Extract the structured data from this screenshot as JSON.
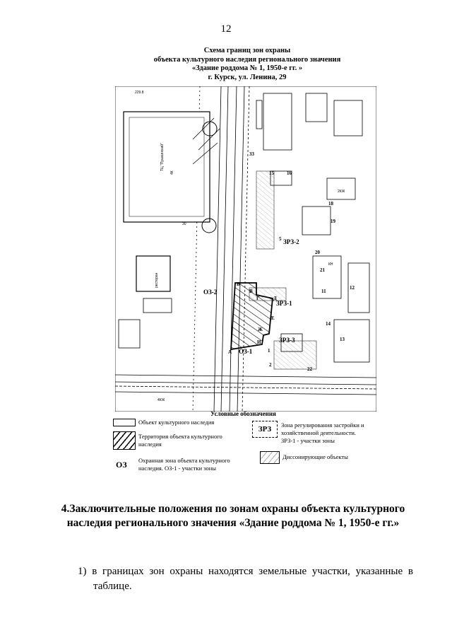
{
  "page_number": "12",
  "map_title": {
    "line1": "Схема границ зон охраны",
    "line2": "объекта культурного наследия регионального значения",
    "line3": "«Здание роддома № 1, 1950-е гг. »",
    "line4": "г. Курск, ул. Ленина, 29"
  },
  "map": {
    "labels": {
      "oz1": "ОЗ-1",
      "oz2": "ОЗ-2",
      "zrz1": "ЗРЗ-1",
      "zrz2": "ЗРЗ-2",
      "zrz3": "ЗРЗ-3",
      "mall": "ТЦ \"Пушкинский\"",
      "mall_floors": "4К",
      "elev": "229.8",
      "n30": "30",
      "n33": "33",
      "n15": "15",
      "n16": "16",
      "n18": "18",
      "n19": "19",
      "n20": "20",
      "n21": "21",
      "n5": "5",
      "n11": "11",
      "n12": "12",
      "n13": "13",
      "n14": "14",
      "n22": "22",
      "n1": "1",
      "n2": "2",
      "pt_b": "Б",
      "pt_v": "В",
      "pt_g": "Г",
      "pt_d": "Д",
      "pt_e": "Е",
      "pt_zh": "Ж",
      "pt_i": "И",
      "pt_a": "А",
      "restaurant": "ресторан",
      "kn": "КН",
      "k2": "2КЖ",
      "k4": "4КЖ"
    }
  },
  "legend": {
    "title": "Условные обозначения",
    "heritage_object": "Объект культурного наследия",
    "heritage_territory": "Территория объекта культурного наследия",
    "oz_symbol": "ОЗ",
    "oz_desc": "Охранная зона объекта культурного наследия. ОЗ-1 - участки зоны",
    "zrz_symbol": "ЗРЗ",
    "zrz_desc": "Зона регулирования застройки и хозяйственной деятельности. ЗРЗ-1 - участки зоны",
    "dissonant": "Диссонирующие объекты"
  },
  "heading": "4.Заключительные положения по зонам охраны объекта культурного наследия регионального значения «Здание роддома № 1, 1950-е гг.»",
  "paragraph": {
    "line1": "1) в границах зон охраны находятся земельные участки, указанные в",
    "line2": "таблице."
  }
}
